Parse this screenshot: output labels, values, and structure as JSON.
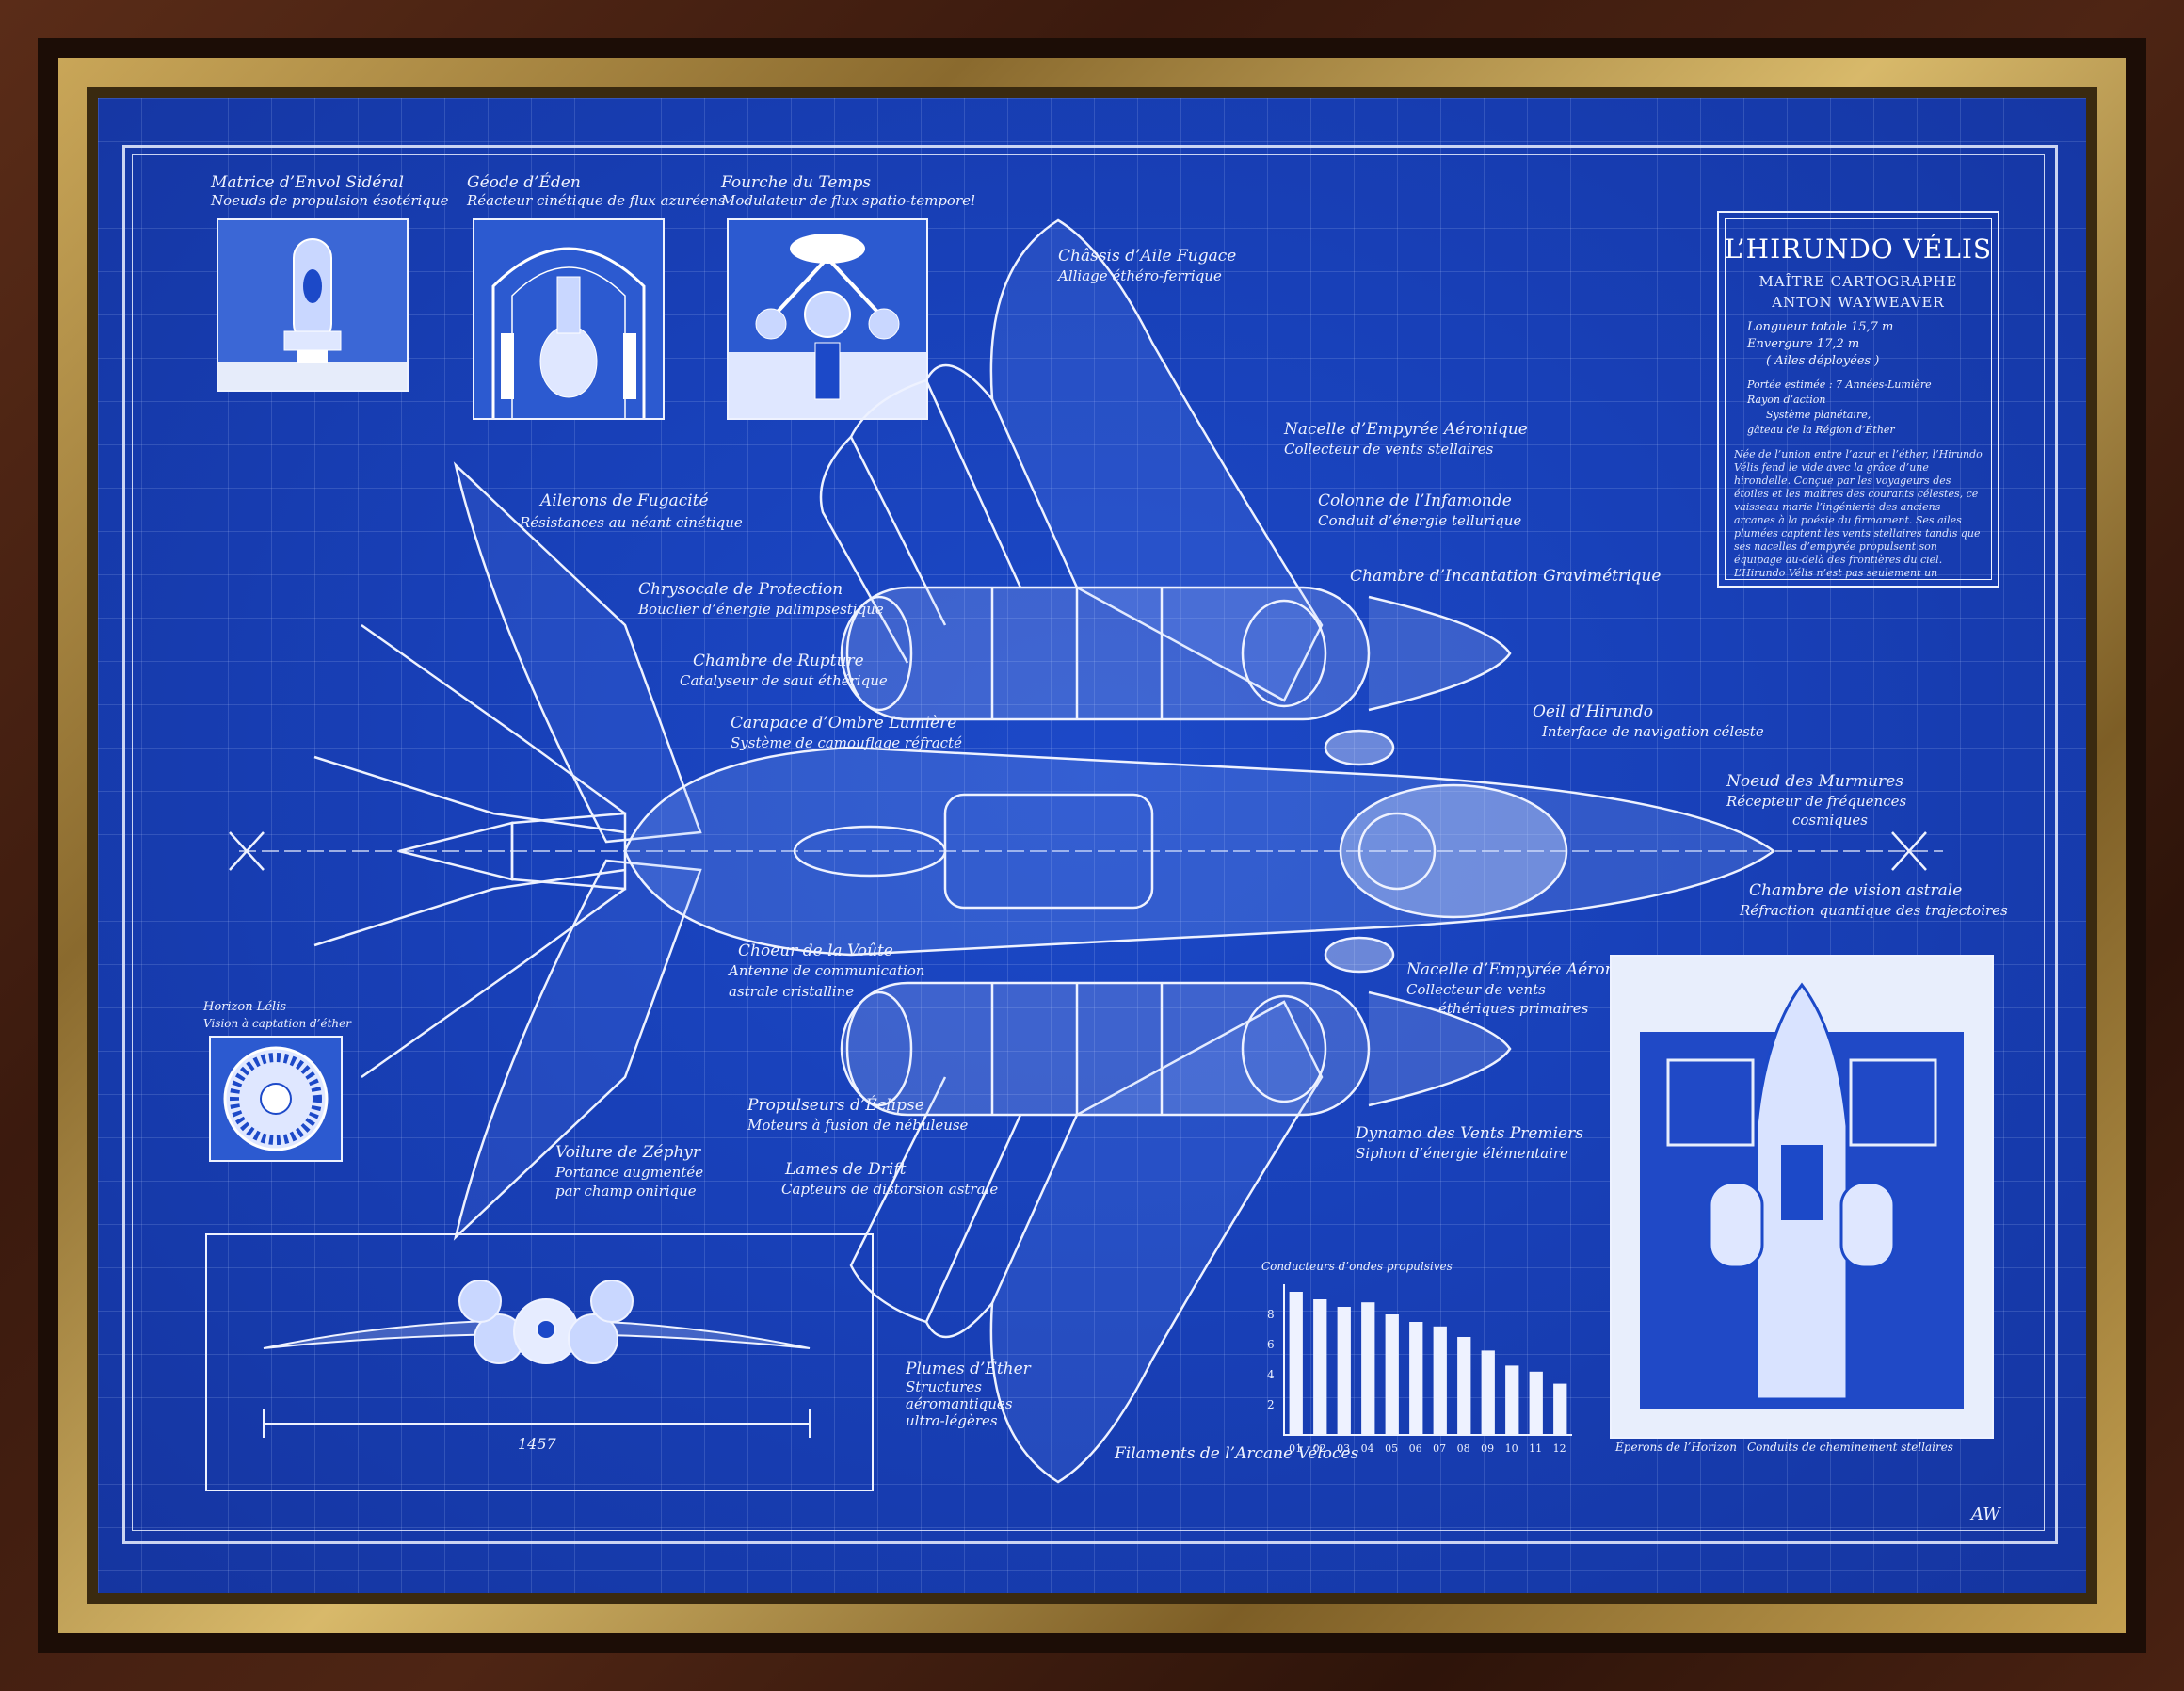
{
  "sheet": {
    "title": "L’HIRUNDO VÉLIS",
    "subtitle1": "MAÎTRE CARTOGRAPHE",
    "subtitle2": "ANTON WAYWEAVER",
    "specs": [
      "Longueur totale 15,7 m",
      "Envergure 17,2 m",
      "( Ailes déployées )"
    ],
    "specs2": [
      "Portée estimée : 7 Années-Lumière",
      "Rayon d’action",
      "Système planétaire,",
      "gâteau de la Région d’Éther"
    ],
    "description": "Née de l’union entre l’azur et l’éther, l’Hirundo Vélis fend le vide avec la grâce d’une hirondelle. Conçue par les voyageurs des étoiles et les maîtres des courants célestes, ce vaisseau marie l’ingénierie des anciens arcanes à la poésie du firmament. Ses ailes plumées captent les vents stellaires tandis que ses nacelles d’empyrée propulsent son équipage au-delà des frontières du ciel. L’Hirundo Vélis n’est pas seulement un vaisseau, c’est une âme libre de l’immensité, un souffle dans l’éternité, un chant inaccessible au bord du cosmos.",
    "signature": "AW",
    "accent": "#1a43c0",
    "line": "#eef2ff"
  },
  "insets": [
    {
      "title": "Matrice d’Envol Sidéral",
      "sub": "Noeuds de propulsion ésotérique"
    },
    {
      "title": "Géode d’Éden",
      "sub": "Réacteur cinétique de flux azuréens"
    },
    {
      "title": "Fourche du Temps",
      "sub": "Modulateur de flux spatio-temporel"
    }
  ],
  "labels": {
    "wing_frame": [
      "Châssis d’Aile Fugace",
      "Alliage éthéro-ferrique"
    ],
    "nacelle_top": [
      "Nacelle d’Empyrée Aéronique",
      "Collecteur de vents stellaires"
    ],
    "column": [
      "Colonne de l’Infamonde",
      "Conduit d’énergie tellurique"
    ],
    "chamber_grav": [
      "Chambre d’Incantation Gravimétrique"
    ],
    "ailerons": [
      "Ailerons de Fugacité",
      "Résistances au néant cinétique"
    ],
    "chrysocale": [
      "Chrysocale de Protection",
      "Bouclier d’énergie palimpsestique"
    ],
    "rupture": [
      "Chambre de Rupture",
      "Catalyseur de saut éthérique"
    ],
    "carapace": [
      "Carapace d’Ombre Lumière",
      "Système de camouflage réfracté"
    ],
    "eye": [
      "Oeil d’Hirundo",
      "Interface de navigation céleste"
    ],
    "murmures": [
      "Noeud des Murmures",
      "Récepteur de fréquences",
      "cosmiques"
    ],
    "vision": [
      "Chambre de vision astrale",
      "Réfraction quantique des trajectoires"
    ],
    "choeur": [
      "Choeur de la Voûte",
      "Antenne de communication",
      "astrale cristalline"
    ],
    "nacelle_bottom": [
      "Nacelle d’Empyrée Aéronique",
      "Collecteur de vents",
      "éthériques primaires"
    ],
    "horizon": [
      "Horizon Lélis",
      "Vision à captation d’éther"
    ],
    "propulseurs": [
      "Propulseurs d’Éclipse",
      "Moteurs à fusion de nébuleuse"
    ],
    "voilure": [
      "Voilure de Zéphyr",
      "Portance augmentée",
      "par champ onirique"
    ],
    "dynamo": [
      "Dynamo des Vents Premiers",
      "Siphon d’énergie élémentaire"
    ],
    "lames": [
      "Lames de Drift",
      "Capteurs de distorsion astrale"
    ],
    "plumes": [
      "Plumes d’Éther",
      "Structures",
      "aéromantiques",
      "ultra-légères"
    ],
    "filaments": [
      "Filaments de l’Arcane Véloces"
    ],
    "front_view_dim": [
      "1457"
    ],
    "horizon_panel": [
      "Éperons de l’Horizon",
      "Conduits de cheminement stellaires"
    ]
  },
  "chart_data": {
    "type": "bar",
    "title": "Conducteurs d’ondes propulsives",
    "categories": [
      "01",
      "02",
      "03",
      "04",
      "05",
      "06",
      "07",
      "08",
      "09",
      "10",
      "11",
      "12"
    ],
    "values": [
      9.5,
      9.0,
      8.5,
      8.8,
      8.0,
      7.5,
      7.2,
      6.5,
      5.6,
      4.6,
      4.2,
      3.4
    ],
    "yticks": [
      "2",
      "4",
      "6",
      "8"
    ],
    "ylim": [
      0,
      10
    ]
  }
}
